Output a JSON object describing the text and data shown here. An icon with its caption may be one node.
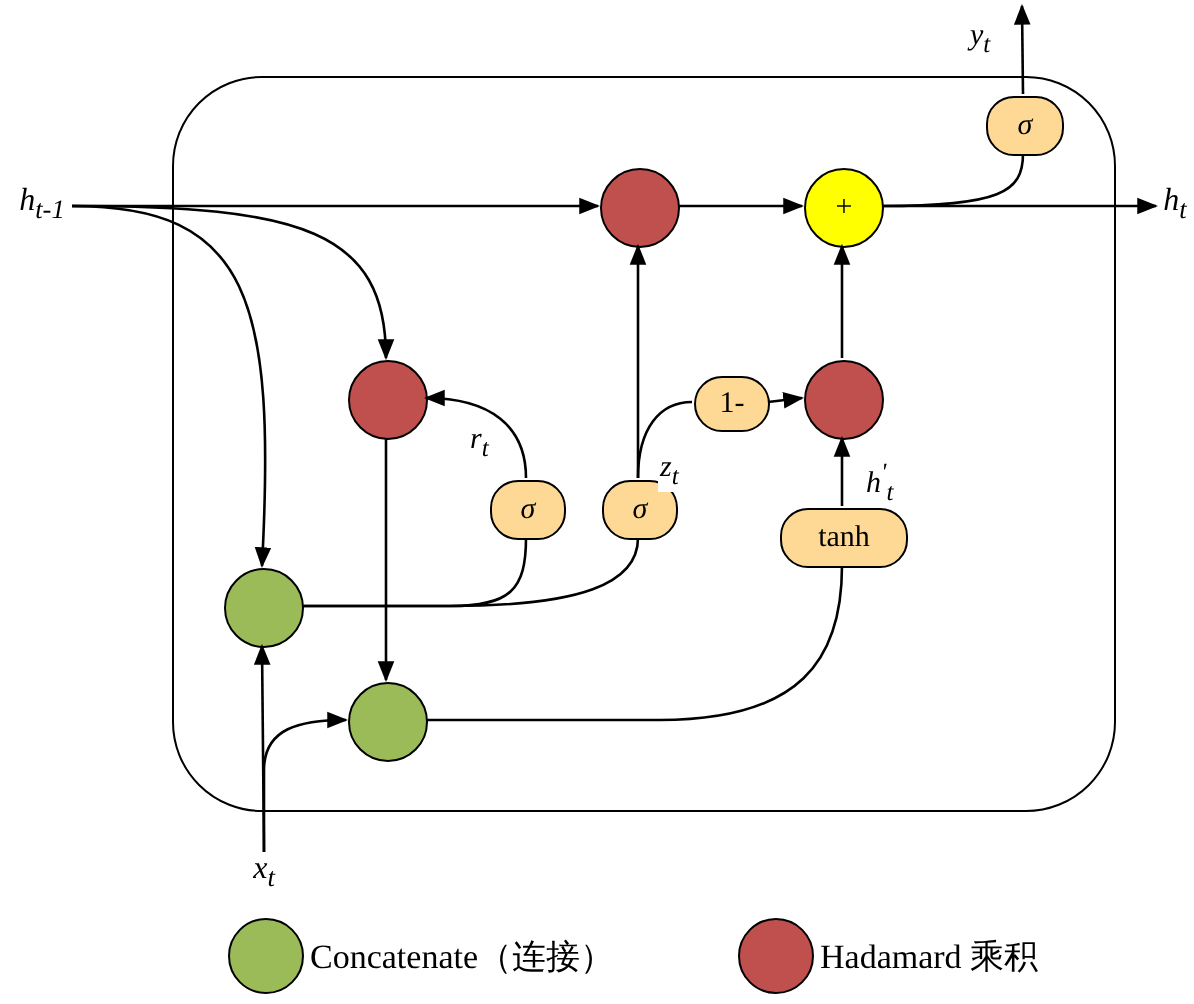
{
  "diagram": {
    "nodes": [
      {
        "text": [],
        "shape": "box"
      },
      {
        "text": [
          "h$_{t-1}$"
        ]
      },
      {
        "text": [],
        "shape": "circle",
        "in": 0
      },
      {
        "text": [
          "+"
        ],
        "in": 0
      },
      {
        "text": [
          "σ"
        ],
        "in": 0
      },
      {
        "text": [
          "h$_{t}$"
        ]
      },
      {
        "text": [],
        "shape": "circle",
        "in": 0
      },
      {
        "text": [
          "1-"
        ],
        "in": 0
      },
      {
        "text": [],
        "shape": "circle",
        "in": 0
      },
      {
        "text": [
          "σ"
        ],
        "in": 0
      },
      {
        "text": [
          "σ"
        ],
        "in": 0
      },
      {
        "text": [
          "tanh"
        ],
        "in": 0
      },
      {
        "text": [],
        "shape": "circle",
        "in": 0
      },
      {
        "text": [],
        "shape": "circle",
        "in": 0
      },
      {
        "text": [
          "x$_{t}$"
        ]
      }
    ],
    "edges": [
      {
        "from": 1,
        "to": 2,
        "arrow": "to"
      },
      {
        "from": 1,
        "to": 6,
        "arrow": "to"
      },
      {
        "from": 1,
        "to": 12,
        "arrow": "to"
      },
      {
        "from": 2,
        "to": 3,
        "arrow": "to"
      },
      {
        "from": 3,
        "to": 5,
        "arrow": "to"
      },
      {
        "from": 3,
        "to": 4,
        "arrow": "none"
      },
      {
        "from": 4,
        "to": null,
        "arrow": "to",
        "label": "y$_{t}$"
      },
      {
        "from": 12,
        "to": 9,
        "arrow": "none"
      },
      {
        "from": 12,
        "to": 10,
        "arrow": "none"
      },
      {
        "from": 9,
        "to": 6,
        "arrow": "to",
        "label": "r$_{t}$"
      },
      {
        "from": 10,
        "to": 2,
        "arrow": "to"
      },
      {
        "from": 10,
        "to": 7,
        "arrow": "none",
        "label": "z$_{t}$"
      },
      {
        "from": 7,
        "to": 8,
        "arrow": "to"
      },
      {
        "from": 8,
        "to": 3,
        "arrow": "to"
      },
      {
        "from": 11,
        "to": 8,
        "arrow": "to",
        "label": "h$^{'}$$_{t}$"
      },
      {
        "from": 6,
        "to": 13,
        "arrow": "to"
      },
      {
        "from": 14,
        "to": 12,
        "arrow": "to"
      },
      {
        "from": 14,
        "to": 13,
        "arrow": "to"
      },
      {
        "from": 13,
        "to": 11,
        "arrow": "none"
      }
    ],
    "legend": [
      {
        "text": "Concatenate（连接）",
        "color": "#9bbb59"
      },
      {
        "text": "Hadamard 乘积",
        "color": "#c0504d"
      }
    ]
  }
}
